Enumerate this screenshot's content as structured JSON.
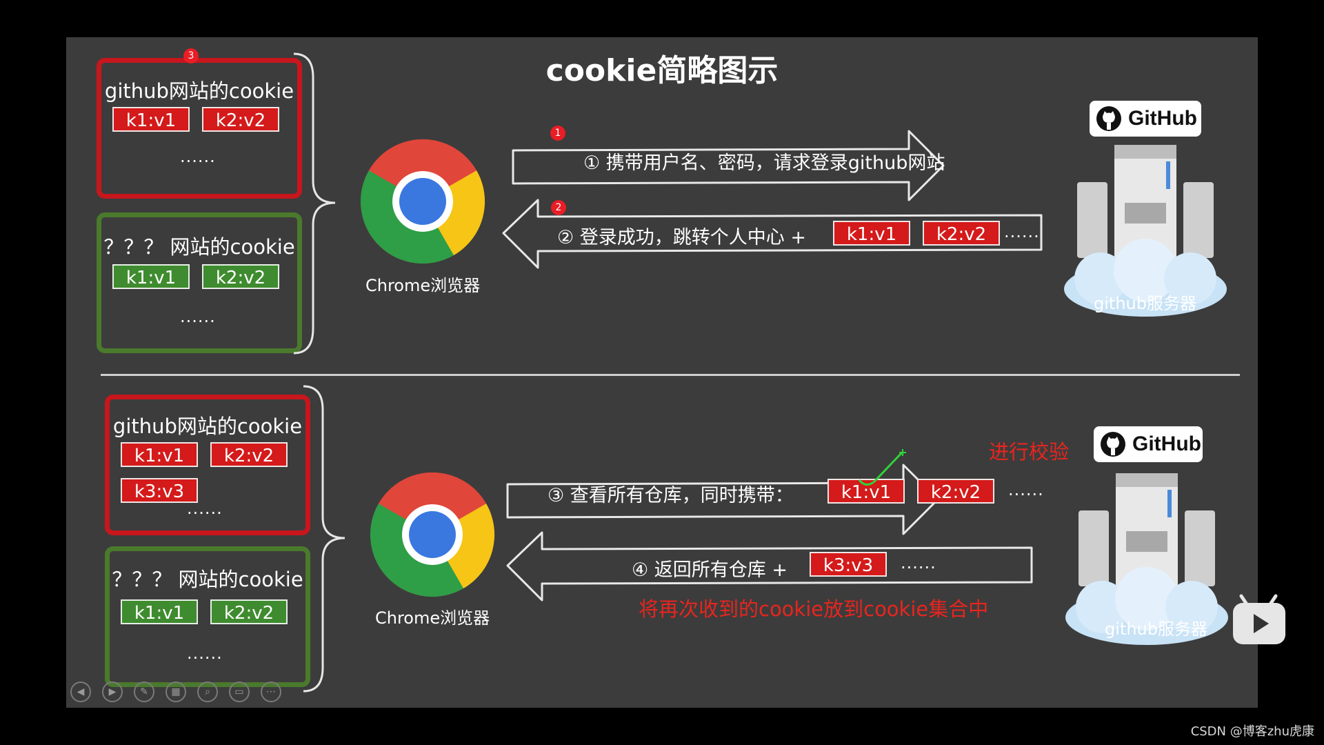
{
  "title": "cookie简略图示",
  "top": {
    "github_box": {
      "title": "github网站的cookie",
      "kv": [
        "k1:v1",
        "k2:v2"
      ],
      "dots": "......",
      "badge": "3"
    },
    "other_box": {
      "title": "？？？ 网站的cookie",
      "kv": [
        "k1:v1",
        "k2:v2"
      ],
      "dots": "......"
    },
    "browser_label": "Chrome浏览器",
    "arrow1": {
      "badge": "1",
      "text": "① 携带用户名、密码，请求登录github网站"
    },
    "arrow2": {
      "badge": "2",
      "text": "② 登录成功，跳转个人中心 +",
      "kv": [
        "k1:v1",
        "k2:v2"
      ],
      "dots": "......"
    },
    "server_label": "github服务器",
    "logo_text": "GitHub"
  },
  "bottom": {
    "github_box": {
      "title": "github网站的cookie",
      "kv": [
        "k1:v1",
        "k2:v2",
        "k3:v3"
      ],
      "dots": "......"
    },
    "other_box": {
      "title": "？？？ 网站的cookie",
      "kv": [
        "k1:v1",
        "k2:v2"
      ],
      "dots": "......"
    },
    "browser_label": "Chrome浏览器",
    "arrow3": {
      "text": "③ 查看所有仓库，同时携带：",
      "kv": [
        "k1:v1",
        "k2:v2"
      ],
      "dots": "......"
    },
    "verify_text": "进行校验",
    "arrow4": {
      "text": "④ 返回所有仓库 +",
      "kv": [
        "k3:v3"
      ],
      "dots": "......"
    },
    "note": "将再次收到的cookie放到cookie集合中",
    "server_label": "github服务器",
    "logo_text": "GitHub"
  },
  "watermark": "CSDN @博客zhu虎康",
  "colors": {
    "red": "#d41a1a",
    "green": "#3f8b2f",
    "accent_red_text": "#e8251e",
    "background": "#3c3c3c"
  },
  "icons": [
    "chrome-icon",
    "github-octocat-icon",
    "server-cloud-icon",
    "play-icon"
  ]
}
